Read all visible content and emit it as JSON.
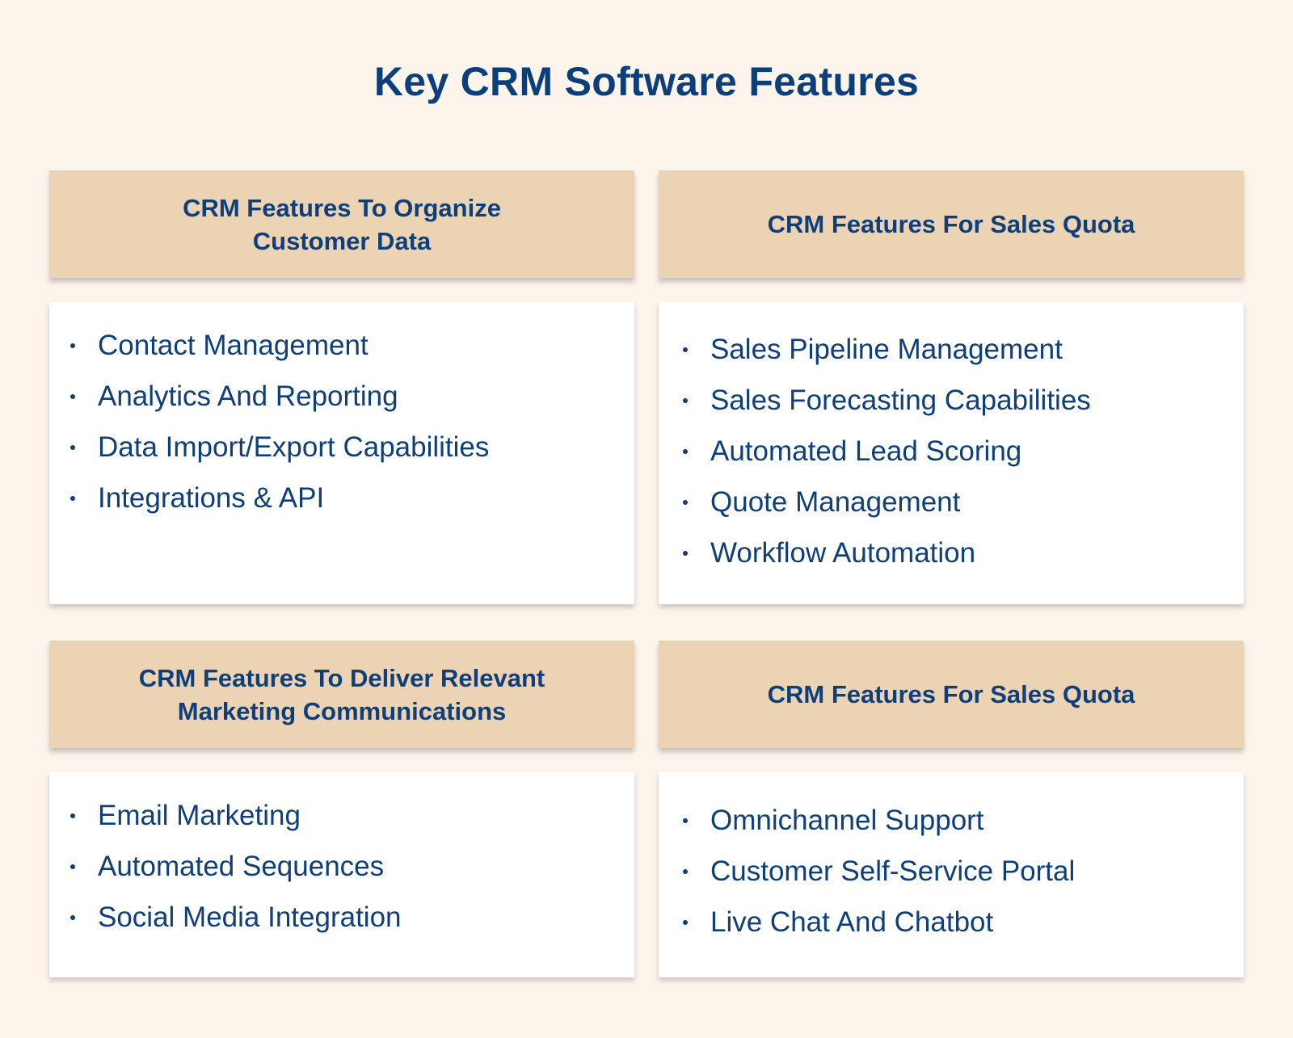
{
  "title": "Key CRM Software Features",
  "colors": {
    "background": "#fdf5ec",
    "header_fill": "#ebd3b3",
    "body_fill": "#ffffff",
    "text": "#0e3f7a"
  },
  "sections": [
    {
      "header": "CRM Features To Organize Customer Data",
      "items": [
        "Contact Management",
        "Analytics And Reporting",
        "Data Import/Export Capabilities",
        "Integrations & API"
      ]
    },
    {
      "header": "CRM Features For Sales Quota",
      "items": [
        "Sales Pipeline Management",
        "Sales Forecasting Capabilities",
        "Automated Lead Scoring",
        "Quote Management",
        "Workflow Automation"
      ]
    },
    {
      "header": "CRM Features To Deliver Relevant Marketing Communications",
      "items": [
        "Email Marketing",
        "Automated Sequences",
        "Social Media Integration"
      ]
    },
    {
      "header": "CRM Features For Sales Quota",
      "items": [
        "Omnichannel Support",
        "Customer Self-Service Portal",
        "Live Chat And Chatbot"
      ]
    }
  ]
}
